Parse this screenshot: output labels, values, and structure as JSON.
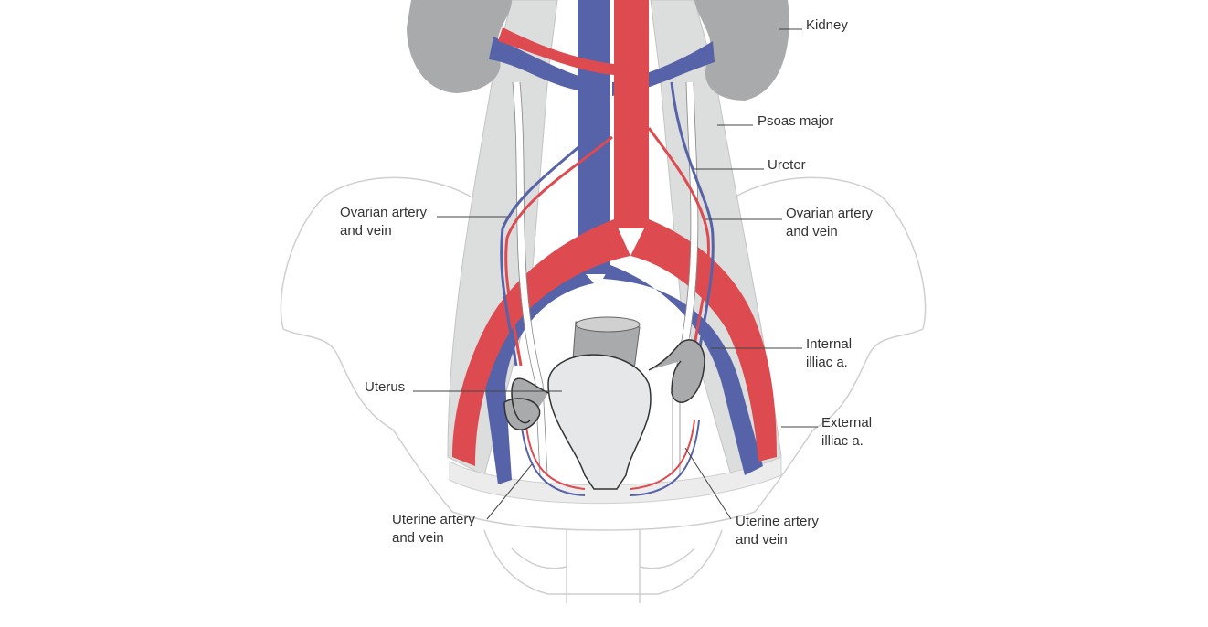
{
  "diagram": {
    "colors": {
      "artery": "#dd4b50",
      "vein": "#5763a8",
      "kidney": "#a9aaac",
      "muscle": "#dcdddd",
      "uterus": "#e6e7e8",
      "outline": "#c9c9c9"
    },
    "labels": {
      "kidney": [
        "Kidney"
      ],
      "psoas": [
        "Psoas major"
      ],
      "ureter": [
        "Ureter"
      ],
      "ovarian_right": [
        "Ovarian artery",
        "and vein"
      ],
      "ovarian_left": [
        "Ovarian artery",
        "and vein"
      ],
      "internal_iliac": [
        "Internal",
        "illiac a."
      ],
      "external_iliac": [
        "External",
        "illiac a."
      ],
      "uterus": [
        "Uterus"
      ],
      "uterine_left": [
        "Uterine artery",
        "and vein"
      ],
      "uterine_right": [
        "Uterine artery",
        "and vein"
      ]
    }
  }
}
